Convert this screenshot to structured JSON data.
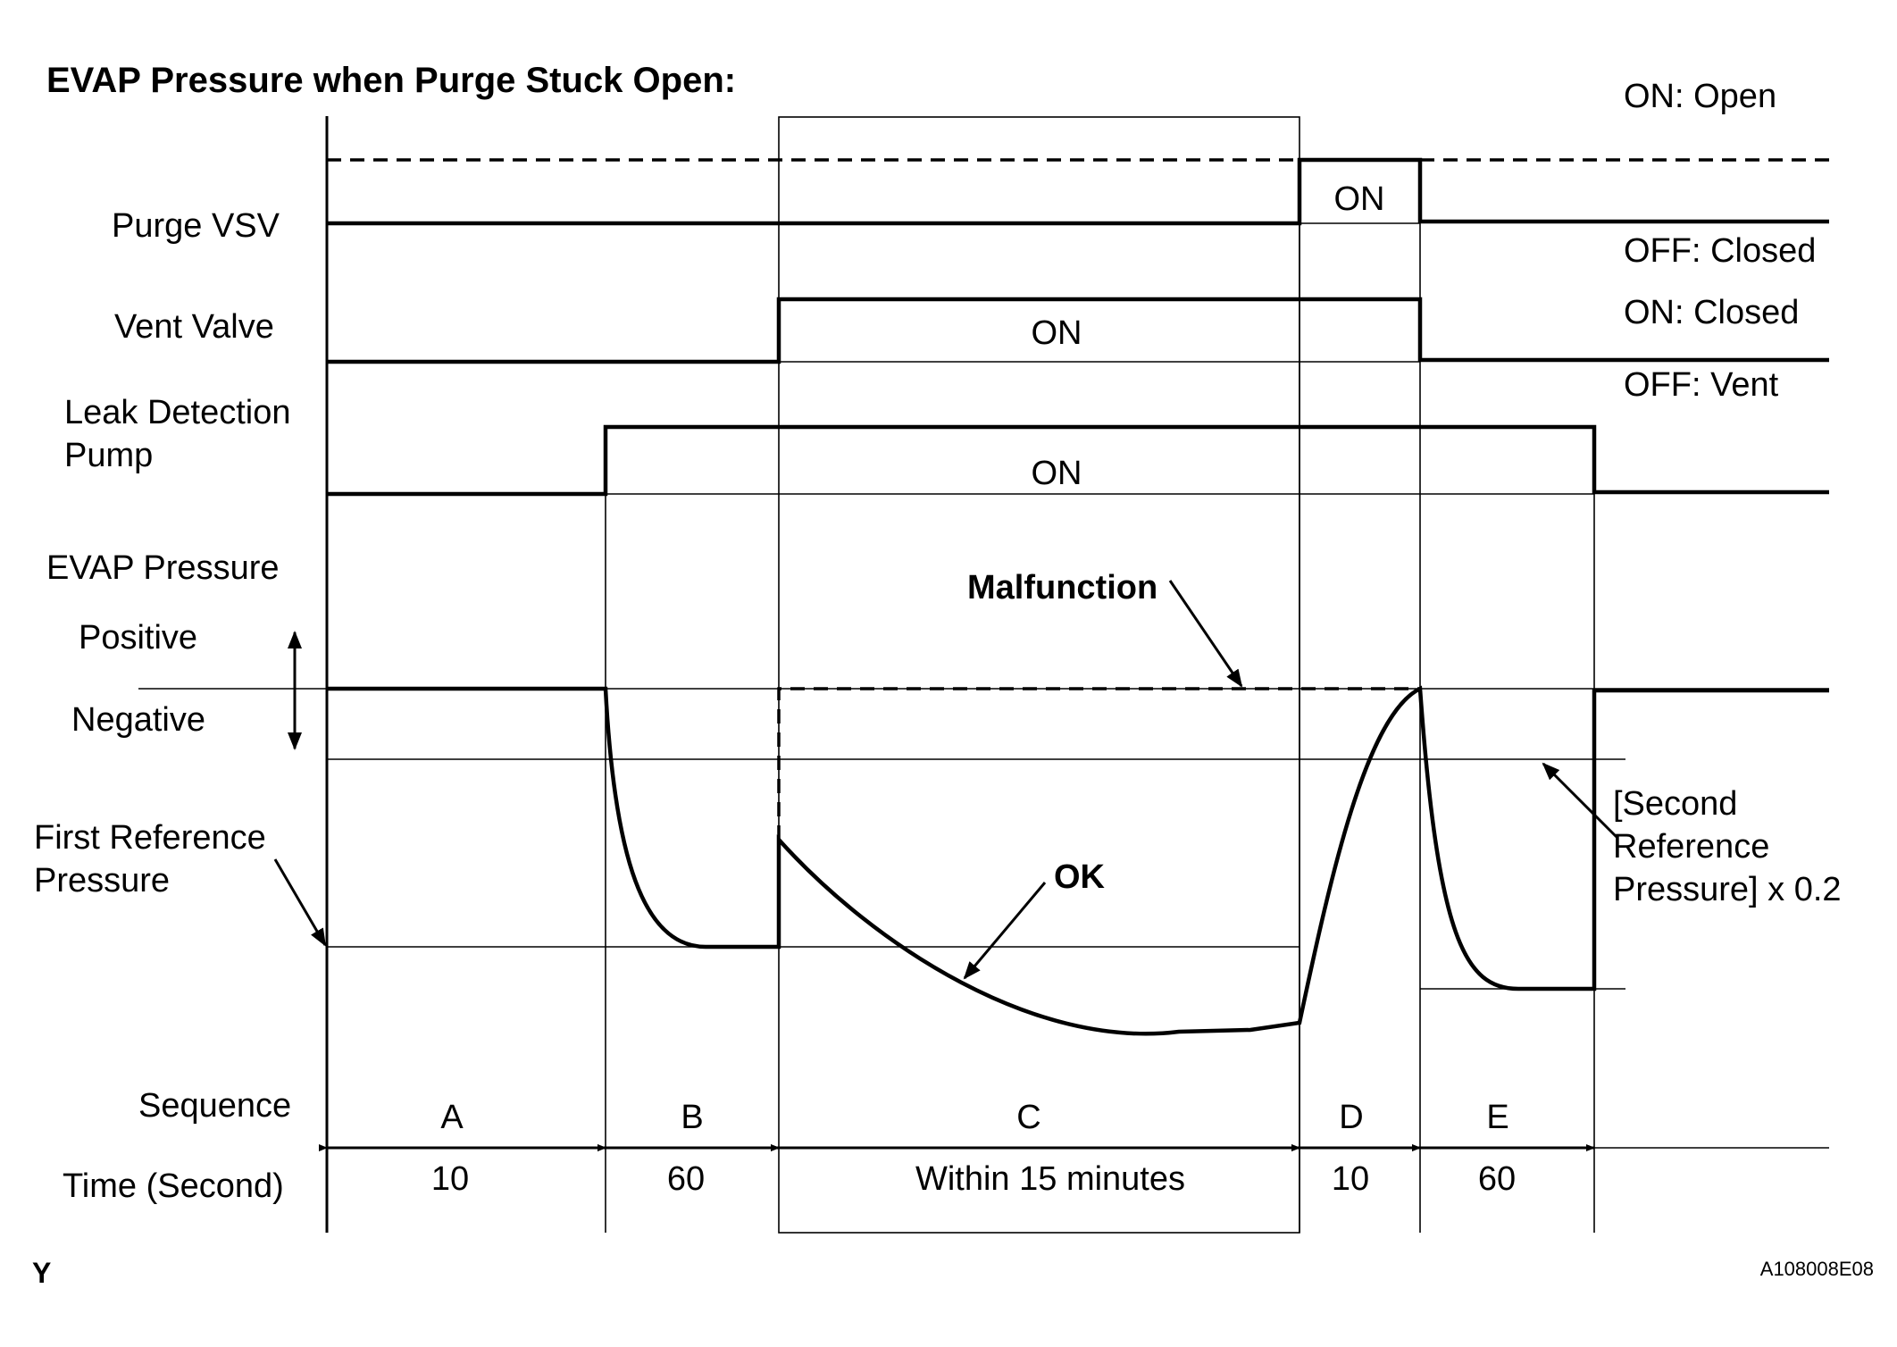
{
  "title": "EVAP Pressure when Purge Stuck Open:",
  "rows": {
    "purge_vsv": "Purge VSV",
    "vent_valve": "Vent Valve",
    "pump_line1": "Leak Detection",
    "pump_line2": "Pump",
    "evap_pressure": "EVAP Pressure",
    "positive": "Positive",
    "negative": "Negative",
    "first_ref_line1": "First Reference",
    "first_ref_line2": "Pressure",
    "sequence": "Sequence",
    "time": "Time (Second)"
  },
  "states": {
    "purge_on": "ON: Open",
    "purge_off": "OFF: Closed",
    "vent_on": "ON: Closed",
    "vent_off": "OFF: Vent",
    "on": "ON"
  },
  "annotations": {
    "malfunction": "Malfunction",
    "ok": "OK",
    "second_ref_line1": "[Second",
    "second_ref_line2": "Reference",
    "second_ref_line3": "Pressure] x 0.2"
  },
  "sequence": [
    {
      "label": "A",
      "time": "10"
    },
    {
      "label": "B",
      "time": "60"
    },
    {
      "label": "C",
      "time": "Within 15 minutes"
    },
    {
      "label": "D",
      "time": "10"
    },
    {
      "label": "E",
      "time": "60"
    }
  ],
  "footer": {
    "left": "Y",
    "right": "A108008E08"
  }
}
